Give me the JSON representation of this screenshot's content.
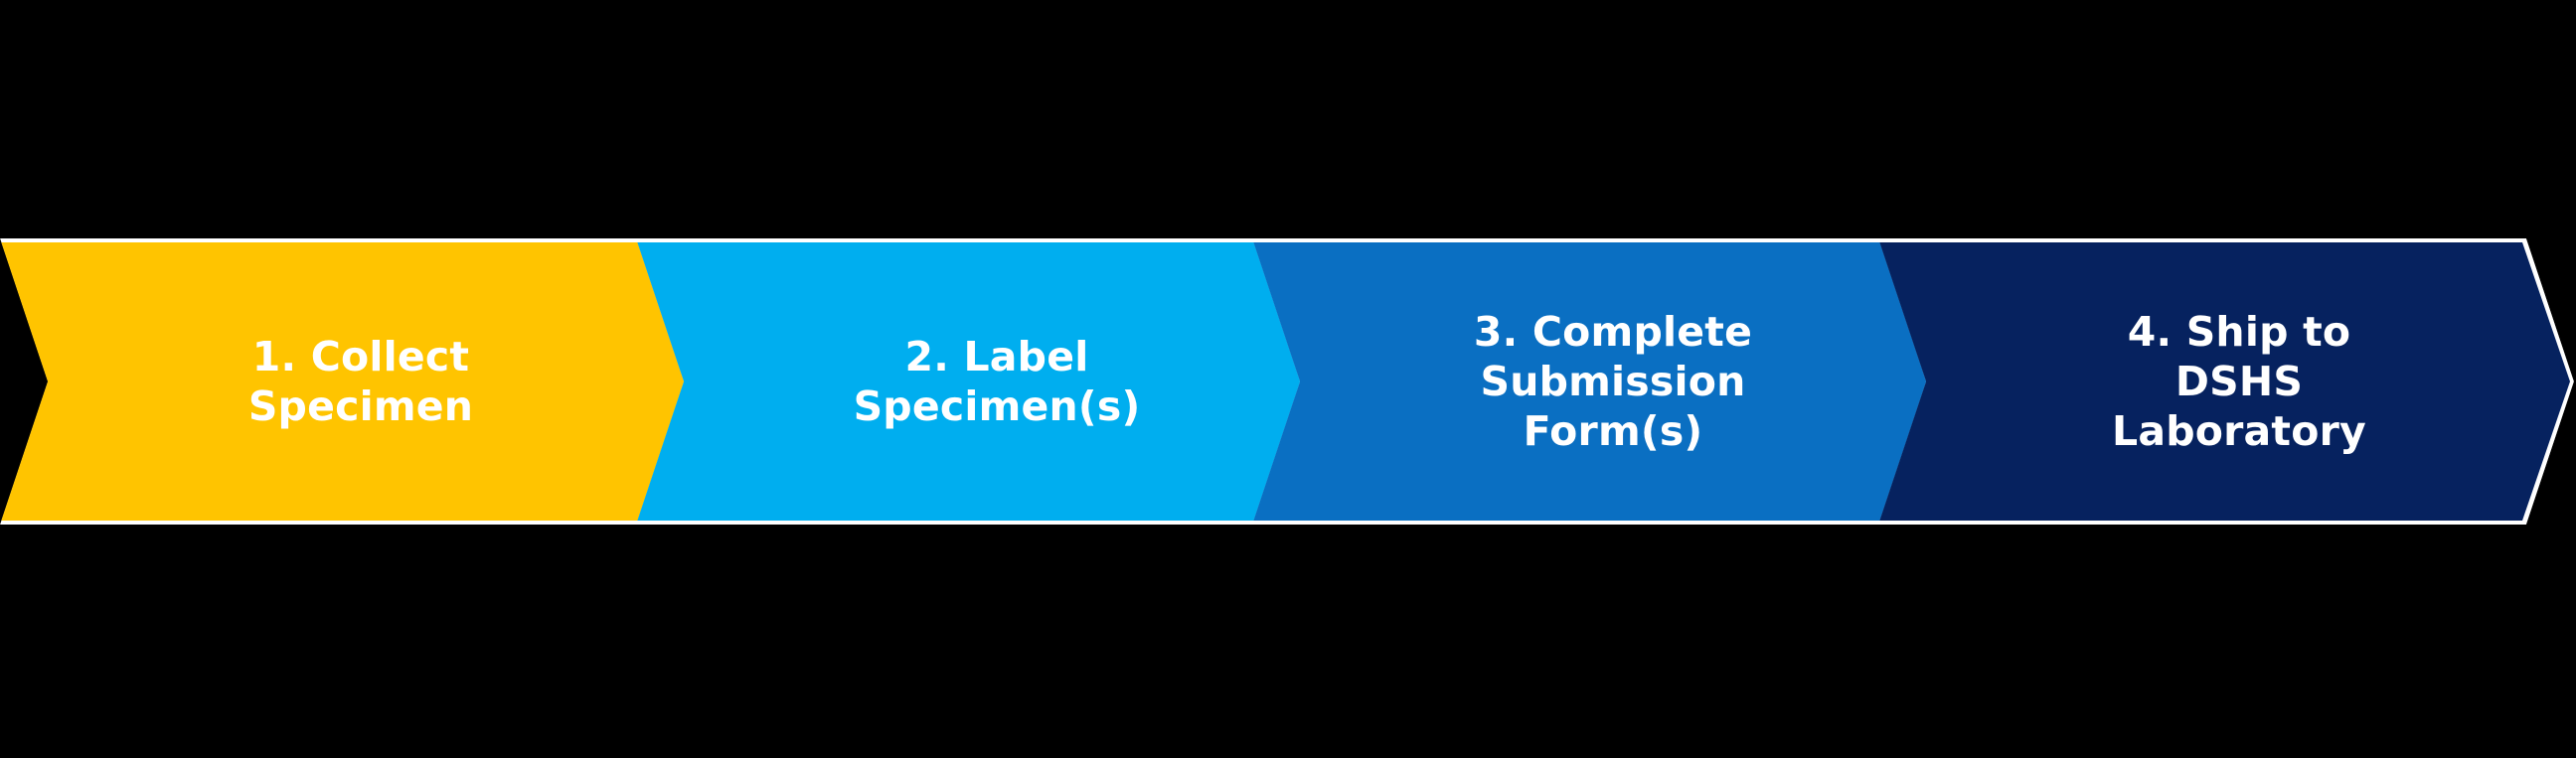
{
  "diagram": {
    "type": "process-chevron-flow",
    "title": "",
    "background_color": "#000000",
    "outline_color": "#ffffff",
    "text_color": "#ffffff",
    "steps": [
      {
        "number": "1",
        "label": "1. Collect\nSpecimen",
        "color": "#ffc400",
        "color_name": "yellow"
      },
      {
        "number": "2",
        "label": "2. Label\nSpecimen(s)",
        "color": "#00aeef",
        "color_name": "cyan"
      },
      {
        "number": "3",
        "label": "3. Complete\nSubmission\nForm(s)",
        "color": "#0a6fc2",
        "color_name": "blue"
      },
      {
        "number": "4",
        "label": "4. Ship to\nDSHS\nLaboratory",
        "color": "#06225f",
        "color_name": "navy"
      }
    ]
  }
}
